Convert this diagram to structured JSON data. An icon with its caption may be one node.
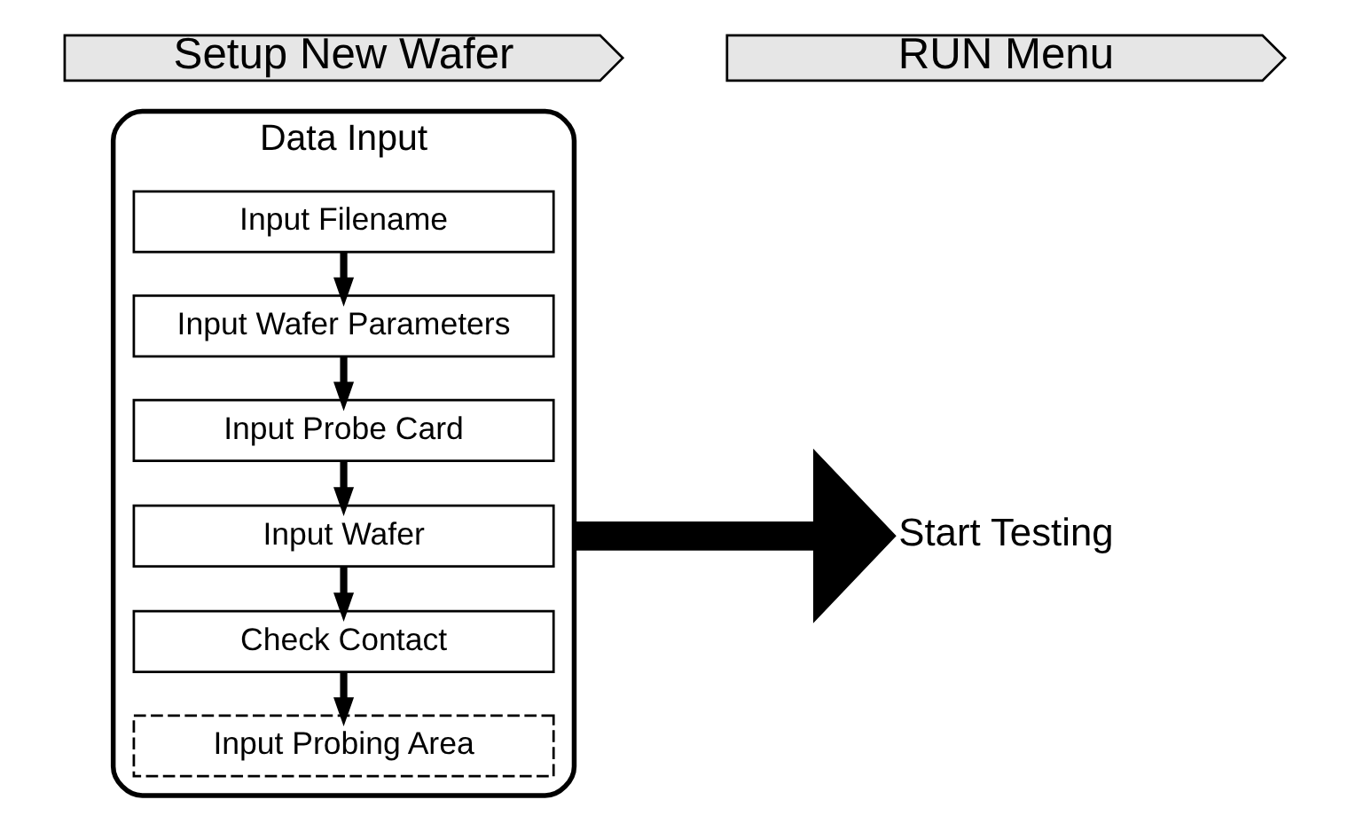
{
  "diagram": {
    "nodes": [
      {
        "text": [
          "Setup New Wafer"
        ]
      },
      {
        "text": [
          "RUN Menu"
        ]
      },
      {
        "text": [
          "Data Input"
        ]
      },
      {
        "text": [
          "Input Filename"
        ],
        "in": 2
      },
      {
        "text": [
          "Input Wafer Parameters"
        ],
        "in": 2
      },
      {
        "text": [
          "Input Probe Card"
        ],
        "in": 2
      },
      {
        "text": [
          "Input Wafer"
        ],
        "in": 2
      },
      {
        "text": [
          "Check Contact"
        ],
        "in": 2
      },
      {
        "text": [
          "Input Probing Area"
        ],
        "in": 2
      },
      {
        "text": [
          "Start Testing"
        ]
      }
    ],
    "edges": [
      {
        "from": 3,
        "to": 4,
        "arrow": "to"
      },
      {
        "from": 4,
        "to": 5,
        "arrow": "to"
      },
      {
        "from": 5,
        "to": 6,
        "arrow": "to"
      },
      {
        "from": 6,
        "to": 7,
        "arrow": "to"
      },
      {
        "from": 7,
        "to": 8,
        "arrow": "to"
      },
      {
        "from": 2,
        "to": 9,
        "arrow": "to",
        "style": "thick"
      }
    ]
  }
}
